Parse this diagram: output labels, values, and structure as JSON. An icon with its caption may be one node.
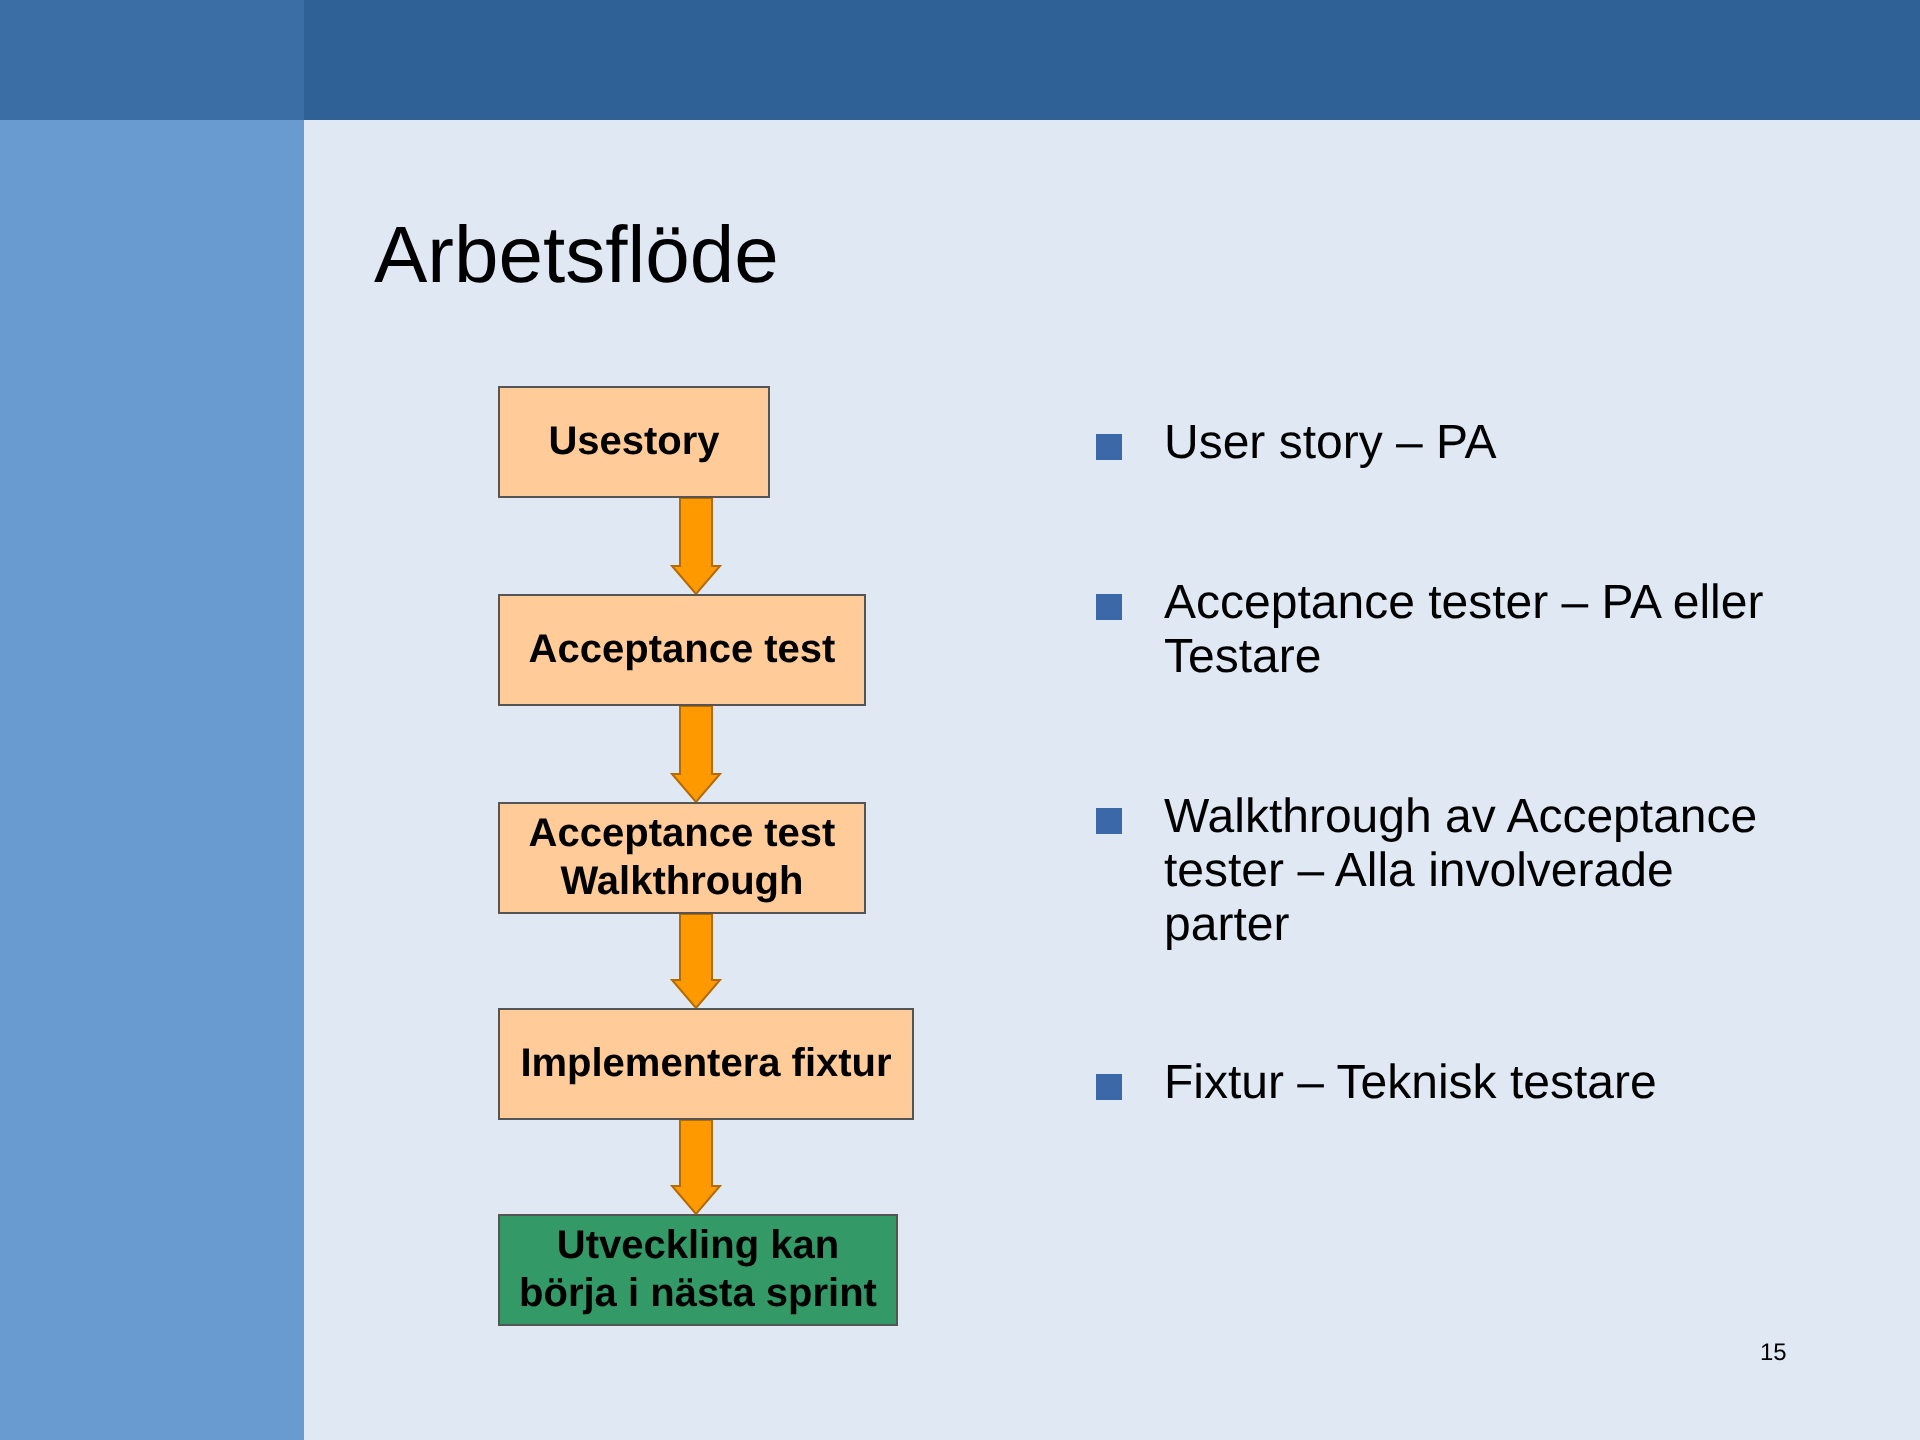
{
  "diagram": {
    "title": "Arbetsflöde",
    "nodes": [
      {
        "text": [
          "Usestory"
        ]
      },
      {
        "text": [
          "Acceptance test"
        ]
      },
      {
        "text": [
          "Acceptance test Walkthrough"
        ]
      },
      {
        "text": [
          "Implementera fixtur"
        ]
      },
      {
        "text": [
          "Utveckling kan börja i nästa sprint"
        ]
      }
    ],
    "edges": [
      {
        "from": 0,
        "to": 1,
        "arrow": "to"
      },
      {
        "from": 1,
        "to": 2,
        "arrow": "to"
      },
      {
        "from": 2,
        "to": 3,
        "arrow": "to"
      },
      {
        "from": 3,
        "to": 4,
        "arrow": "to"
      }
    ],
    "labels": [
      "User story – PA",
      "Acceptance tester – PA eller Testare",
      "Walkthrough av Acceptance tester – Alla involverade parter",
      "Fixtur – Teknisk testare",
      "15"
    ]
  }
}
